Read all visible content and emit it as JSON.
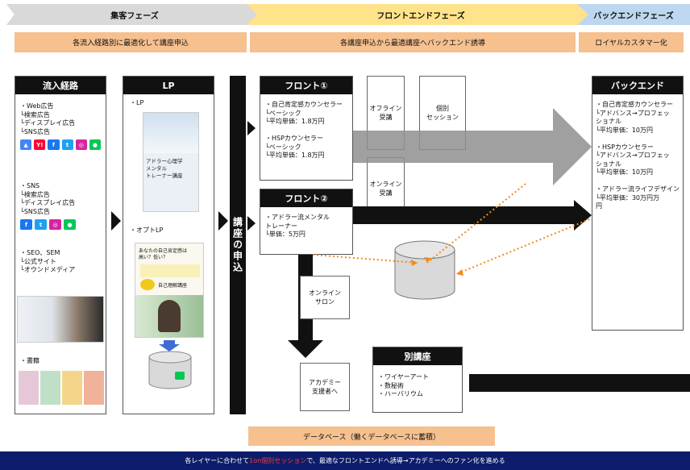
{
  "phases": [
    {
      "title": "集客フェーズ",
      "desc": "各流入経路別に最適化して講座申込"
    },
    {
      "title": "フロントエンドフェーズ",
      "desc": "各講座申込から最適講座へバックエンド誘導"
    },
    {
      "title": "バックエンドフェーズ",
      "desc": "ロイヤルカスタマー化"
    }
  ],
  "inflow": {
    "title": "流入経路",
    "web": "・Web広告\n└検索広告\n└ディスプレイ広告\n└SNS広告",
    "sns": "・SNS\n└検索広告\n└ディスプレイ広告\n└SNS広告",
    "seo": "・SEO、SEM\n└公式サイト\n└オウンドメディア",
    "books": "・書籍"
  },
  "lp": {
    "title": "LP",
    "lp_label": "・LP",
    "optin_label": "・オプトLP",
    "hero_text": "アドラー心理学\nメンタル\nトレーナー講座",
    "optin_text": "あなたの自己肯定感は\n高い？低い？",
    "optin_banner": "自己理解講座"
  },
  "apply_bar": "講座の申込",
  "front1": {
    "title": "フロント①",
    "body": "・自己肯定感カウンセラー\n└ベーシック\n└平均単価：1.8万円\n\n・HSPカウンセラー\n└ベーシック\n└平均単価：1.8万円"
  },
  "front2": {
    "title": "フロント②",
    "body": "・アドラー流メンタル\nトレーナー\n└単価：5万円"
  },
  "offline": "オフライン\n受講",
  "individual": "個別\nセッション",
  "online": "オンライン\n受講",
  "salon": "オンライン\nサロン",
  "academy": "アカデミー\n支援者へ",
  "betsu": {
    "title": "別講座",
    "body": "・ワイヤーアート\n・数秘術\n・ハーバリウム"
  },
  "backend": {
    "title": "バックエンド",
    "body": "・自己肯定感カウンセラー\n└アドバンス→プロフェッ\nショナル\n└平均単価：10万円\n\n・HSPカウンセラー\n└アドバンス→プロフェッ\nショナル\n└平均単価：10万円\n\n・アドラー流ライフデザイン\n└平均単価：30万円万\n円"
  },
  "database": "データベース（働くデータベースに蓄積）",
  "footer": {
    "pre": "各レイヤーに合わせて",
    "highlight": "1on個別セッション",
    "post": "で、最適なフロントエンドへ誘導→アカデミーへのファン化を進める"
  },
  "colors": {
    "phase1": "#d9d9d9",
    "phase2": "#ffe38a",
    "phase3": "#bcd7ef",
    "desc": "#f6c08f",
    "footer": "#0d1d6b",
    "dotted": "#f28a1c"
  },
  "sns_icons": [
    "google-ads-icon",
    "yahoo-icon",
    "facebook-icon",
    "twitter-icon",
    "instagram-icon",
    "line-icon"
  ]
}
